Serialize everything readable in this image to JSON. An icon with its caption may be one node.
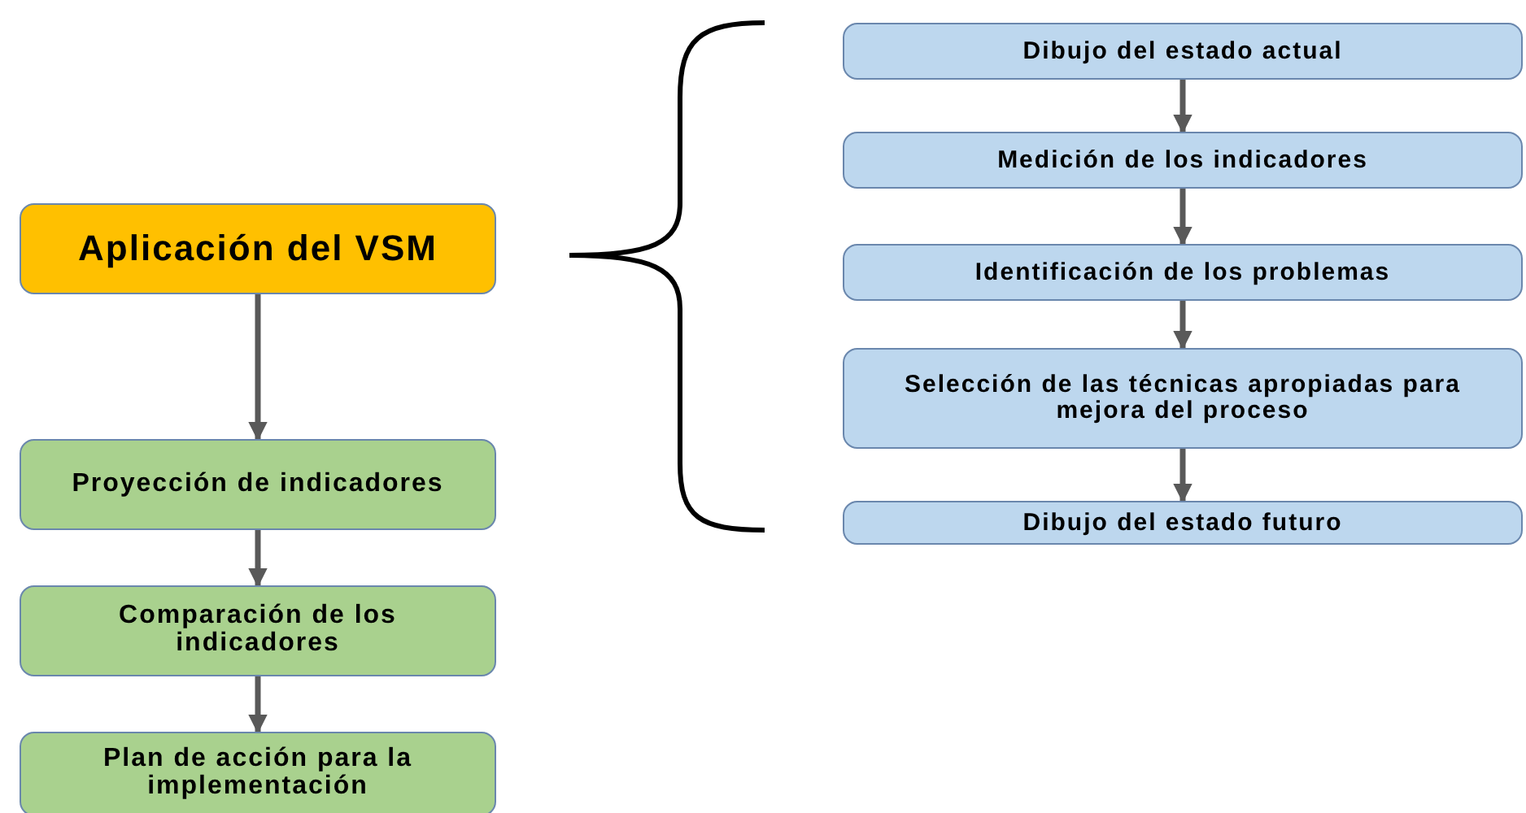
{
  "diagram": {
    "nodes": [
      {
        "text": [
          "Aplicación del VSM"
        ]
      },
      {
        "text": [
          "Proyección de indicadores"
        ]
      },
      {
        "text": [
          "Comparación de los indicadores"
        ]
      },
      {
        "text": [
          "Plan de acción para la implementación"
        ]
      },
      {
        "text": [
          "Dibujo del estado actual"
        ]
      },
      {
        "text": [
          "Medición de los indicadores"
        ]
      },
      {
        "text": [
          "Identificación de los problemas"
        ]
      },
      {
        "text": [
          "Selección de las técnicas apropiadas para mejora del proceso"
        ]
      },
      {
        "text": [
          "Dibujo del estado futuro"
        ]
      }
    ],
    "edges": [
      {
        "from": 0,
        "to": 1,
        "arrow": "to"
      },
      {
        "from": 1,
        "to": 2,
        "arrow": "to"
      },
      {
        "from": 2,
        "to": 3,
        "arrow": "to"
      },
      {
        "from": 4,
        "to": 5,
        "arrow": "to"
      },
      {
        "from": 5,
        "to": 6,
        "arrow": "to"
      },
      {
        "from": 6,
        "to": 7,
        "arrow": "to"
      },
      {
        "from": 7,
        "to": 8,
        "arrow": "to"
      }
    ]
  }
}
